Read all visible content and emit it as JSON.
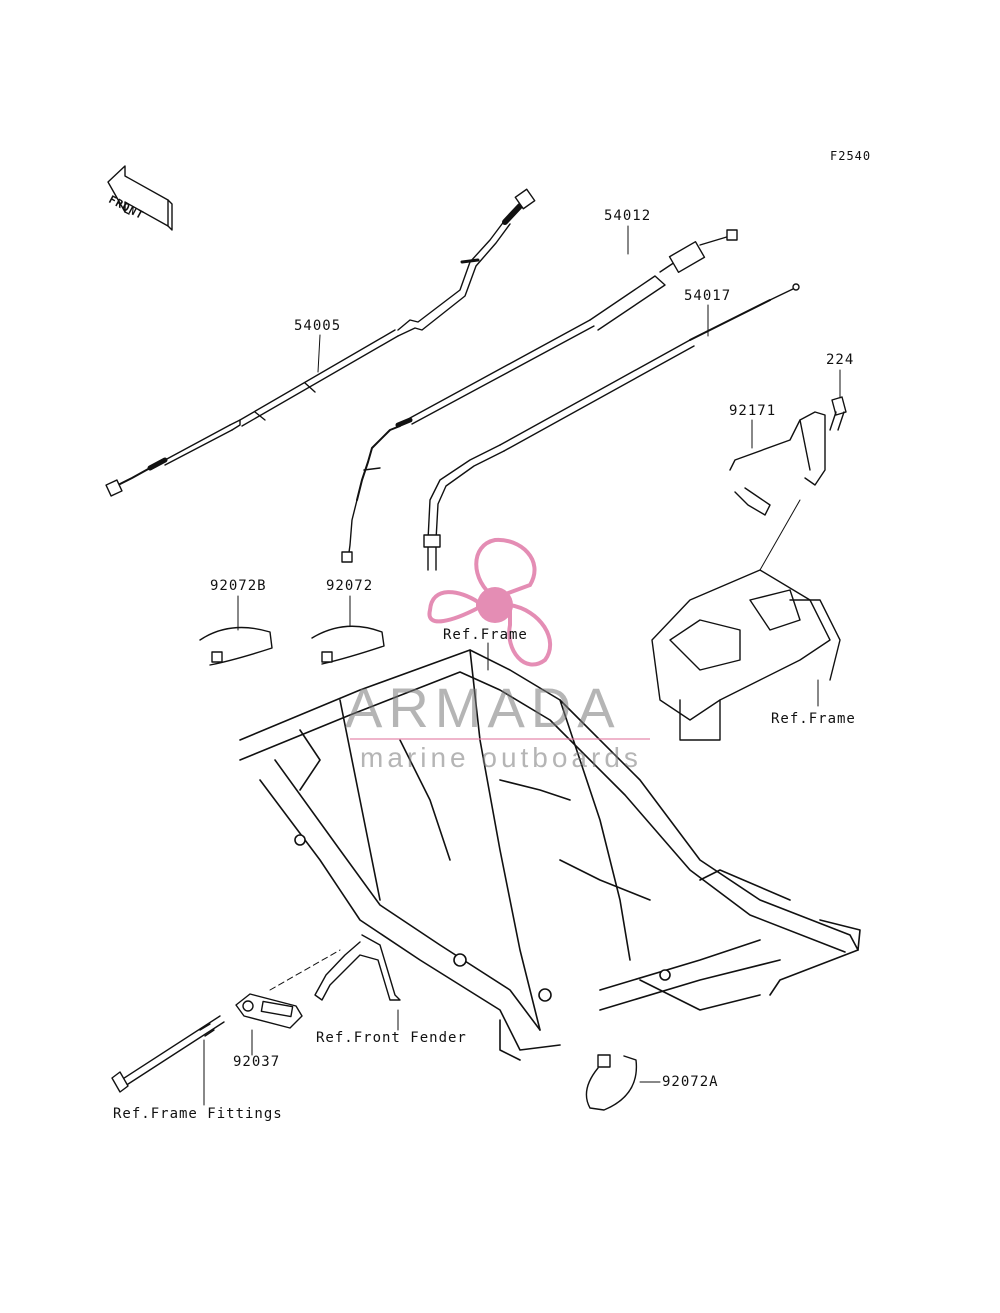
{
  "figure_code": "F2540",
  "front_label": "FRONT",
  "parts": {
    "p54005": "54005",
    "p54012": "54012",
    "p54017": "54017",
    "p224": "224",
    "p92171": "92171",
    "p92072B": "92072B",
    "p92072": "92072",
    "p92037": "92037",
    "p92072A": "92072A"
  },
  "refs": {
    "frame_center": "Ref.Frame",
    "frame_right": "Ref.Frame",
    "front_fender": "Ref.Front Fender",
    "frame_fittings": "Ref.Frame Fittings"
  },
  "watermark": {
    "brand": "ARMADA",
    "tagline": "marine outboards",
    "color": "#e07aa8"
  }
}
